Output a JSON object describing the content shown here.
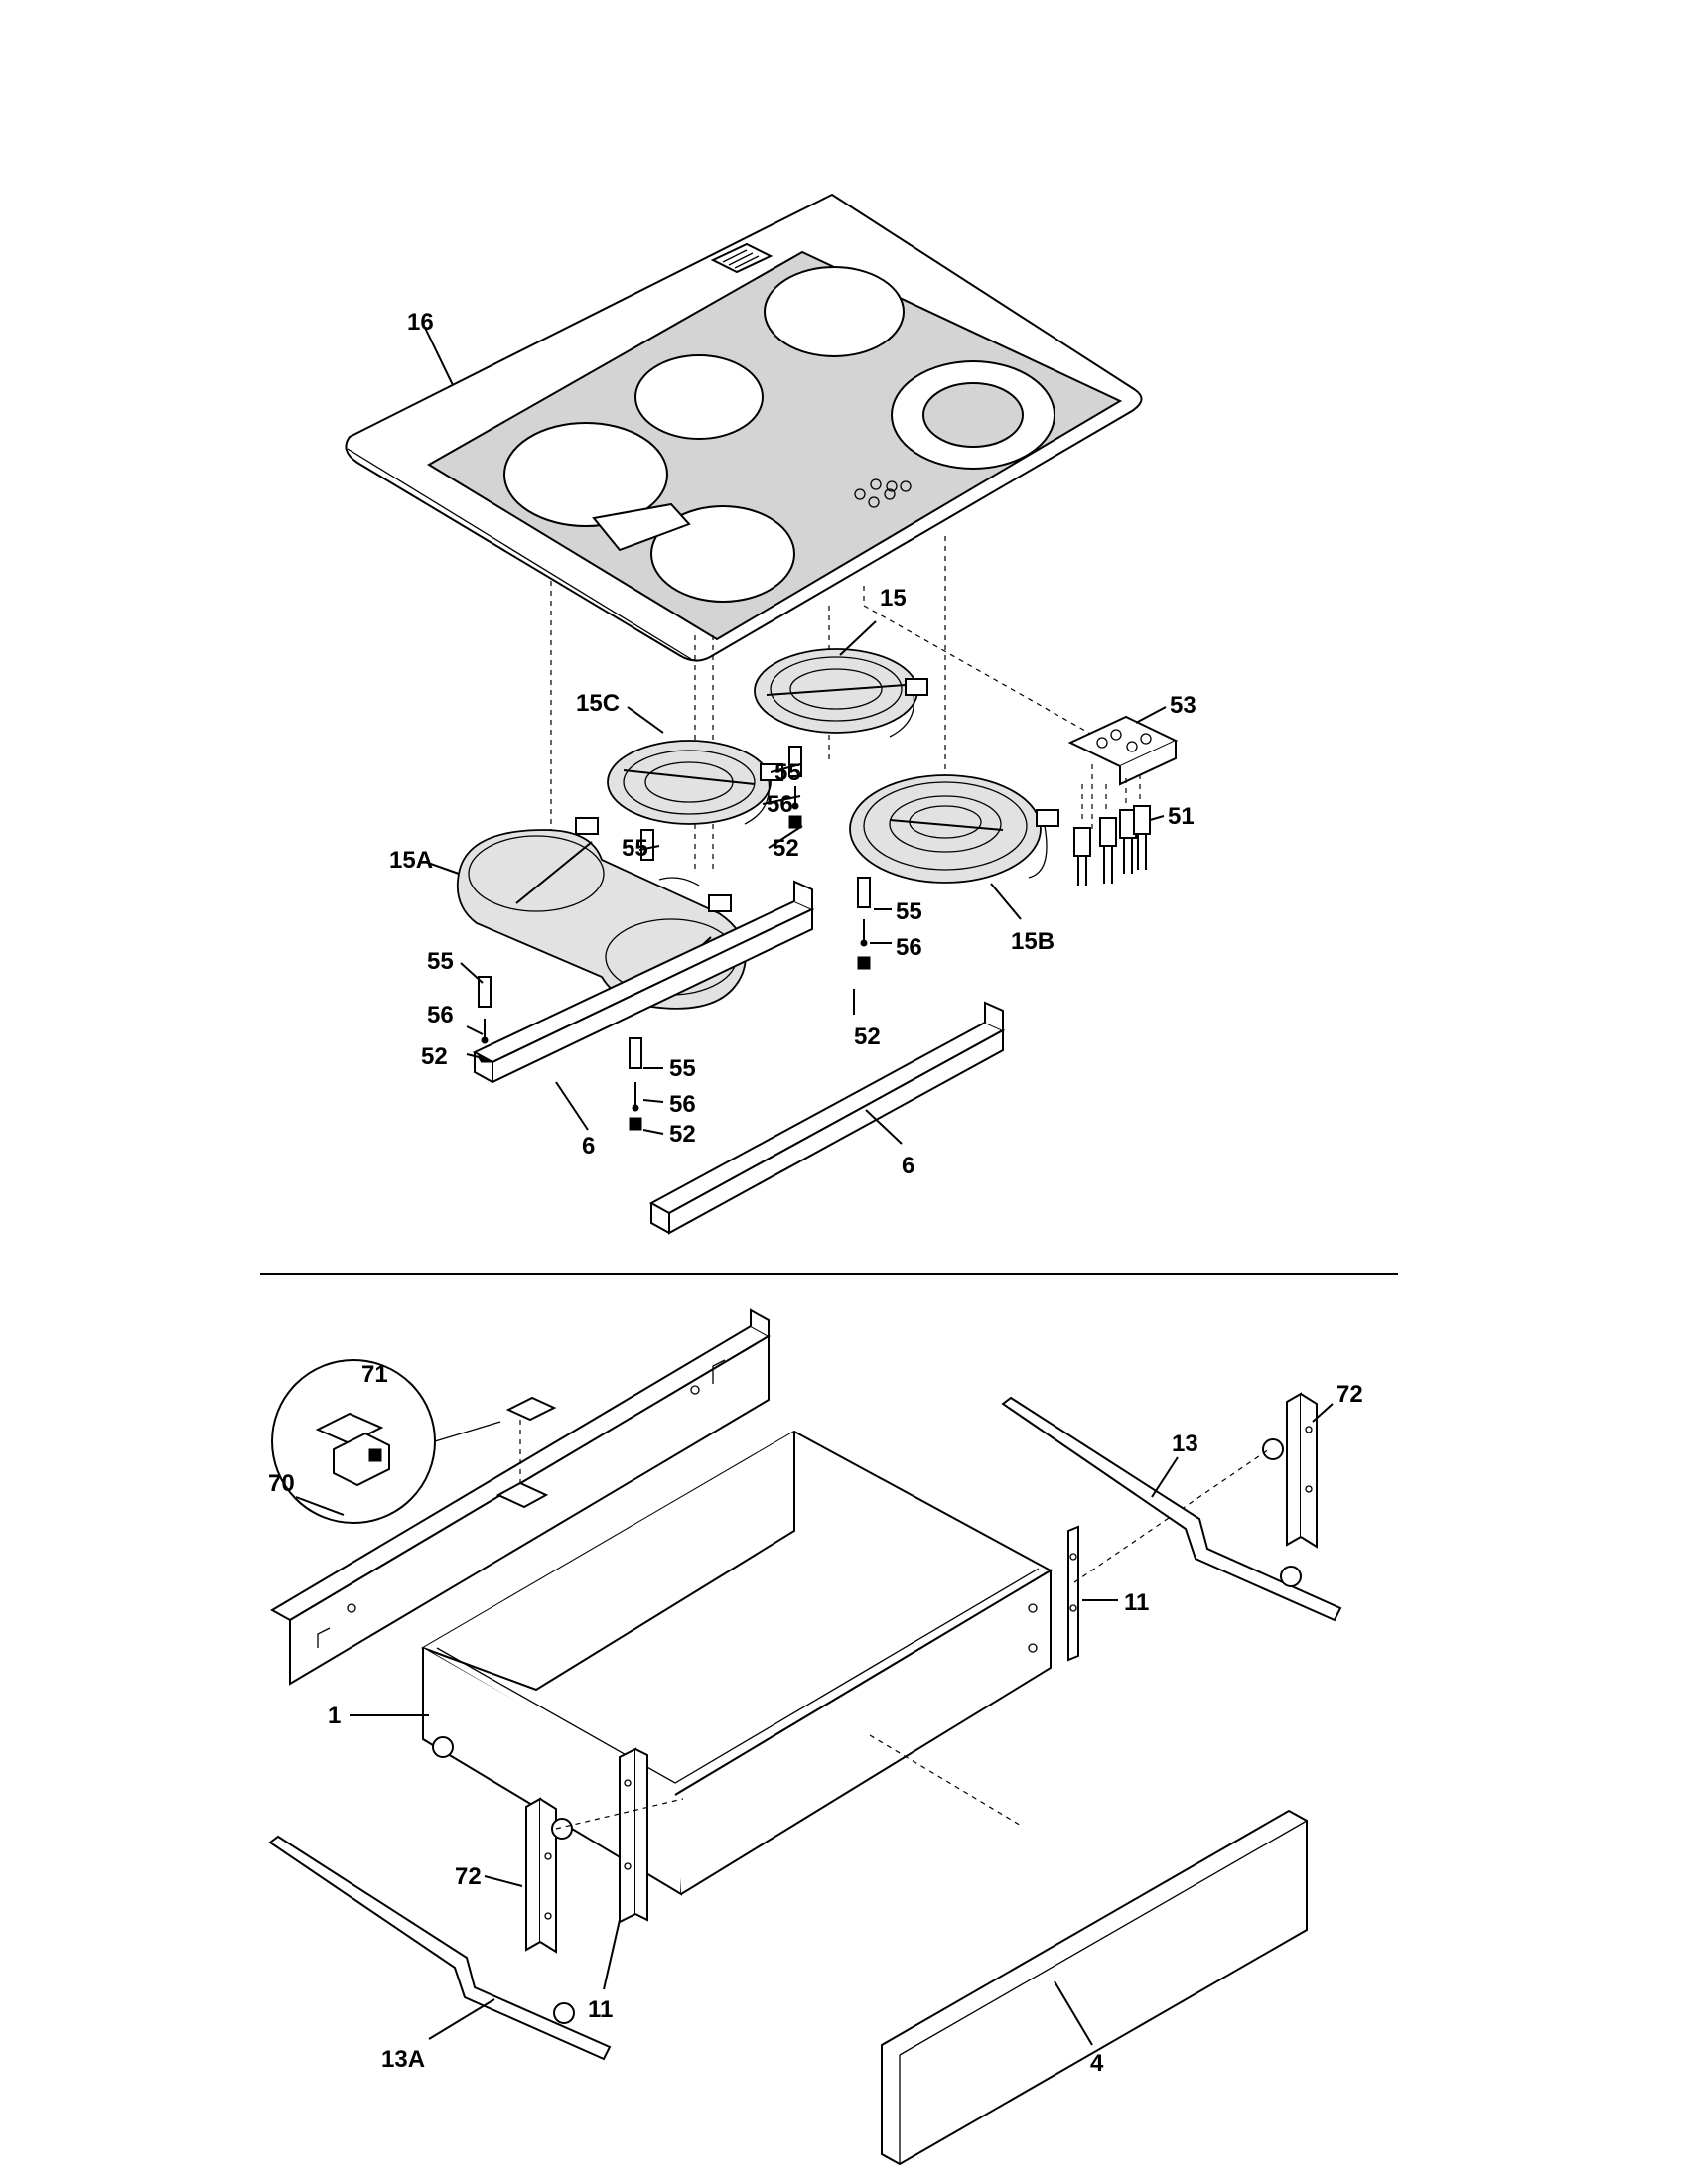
{
  "callouts": {
    "c16": "16",
    "c15": "15",
    "c15c": "15C",
    "c53": "53",
    "c55_a": "55",
    "c56_a": "56",
    "c52_a": "52",
    "c51": "51",
    "c15a": "15A",
    "c55_b": "55",
    "c55_c": "55",
    "c15b": "15B",
    "c56_c": "56",
    "c55_d": "55",
    "c56_d": "56",
    "c52_d": "52",
    "c52_c": "52",
    "c55_e": "55",
    "c56_e": "56",
    "c52_e": "52",
    "c6_a": "6",
    "c6_b": "6",
    "c71": "71",
    "c70": "70",
    "c13": "13",
    "c72_a": "72",
    "c11_a": "11",
    "c1": "1",
    "c72_b": "72",
    "c11_b": "11",
    "c13a": "13A",
    "c4": "4"
  }
}
